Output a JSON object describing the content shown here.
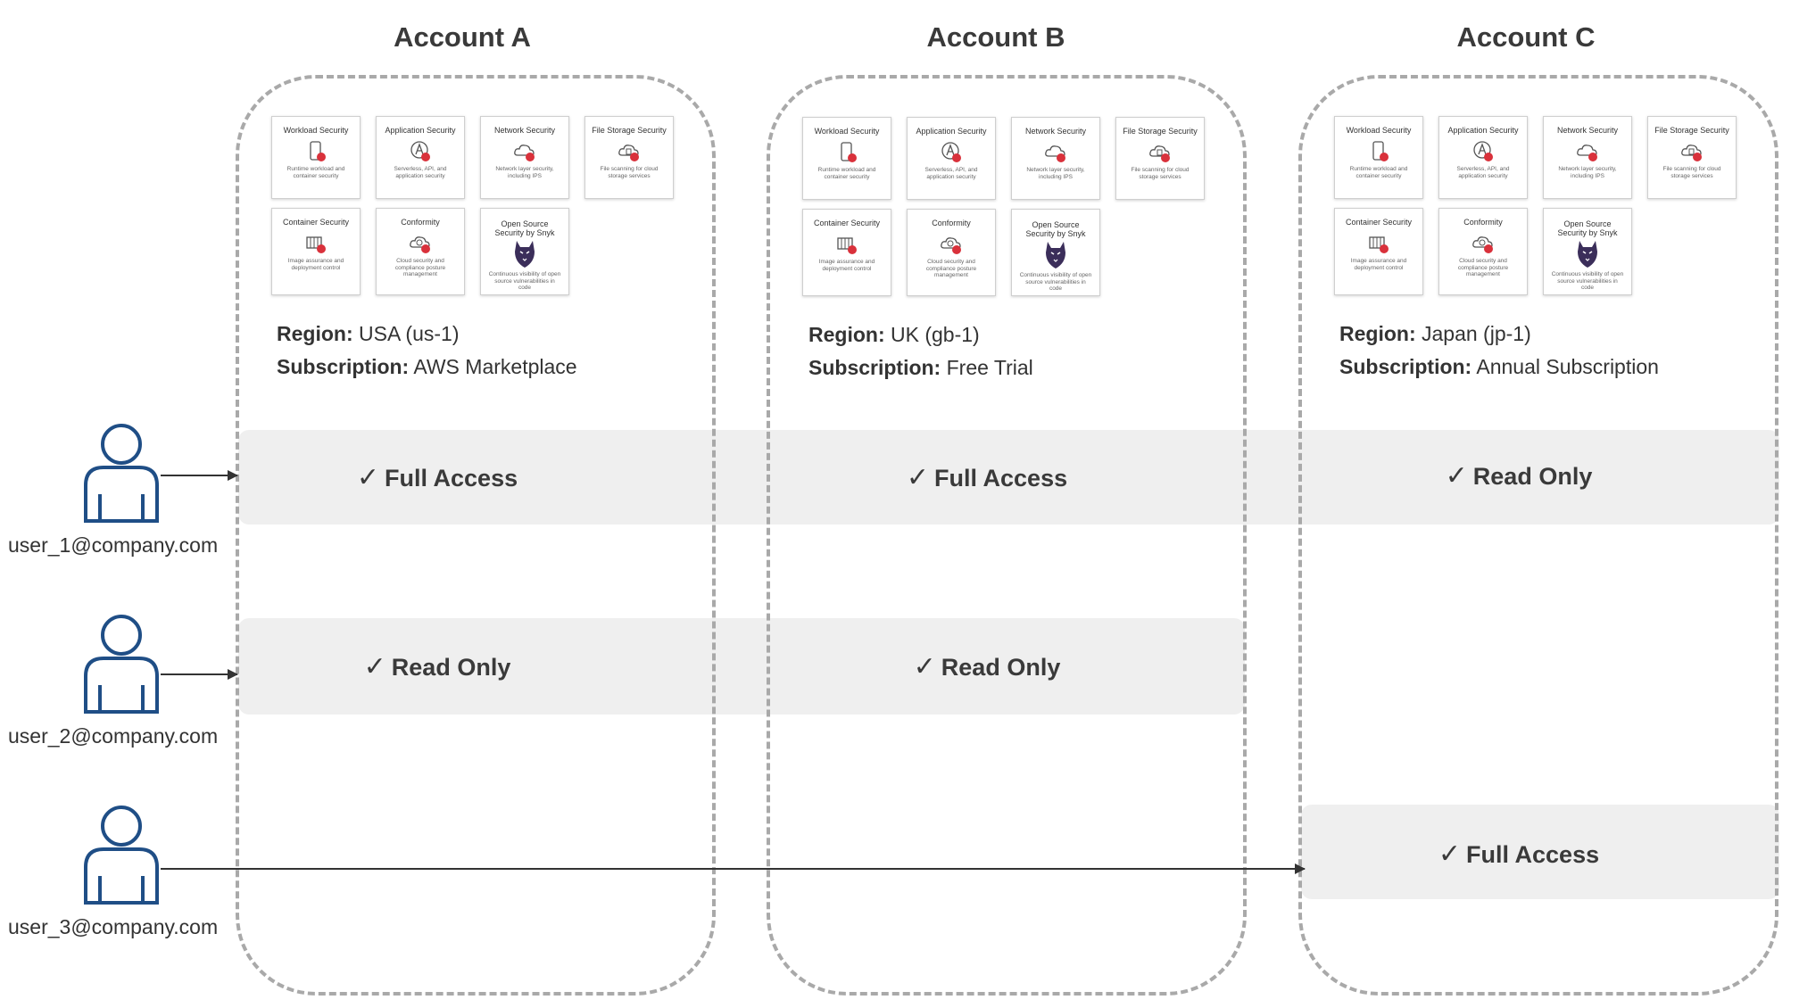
{
  "colors": {
    "dashed_border": "#a9a9a9",
    "band_fill": "#efefef",
    "user_icon": "#1f4e86",
    "shield_red": "#d9313b",
    "arrow": "#333333"
  },
  "accounts": [
    {
      "title": "Account A",
      "region_label": "Region:",
      "region_value": "USA (us-1)",
      "subscription_label": "Subscription:",
      "subscription_value": "AWS Marketplace"
    },
    {
      "title": "Account B",
      "region_label": "Region:",
      "region_value": "UK (gb-1)",
      "subscription_label": "Subscription:",
      "subscription_value": "Free Trial"
    },
    {
      "title": "Account C",
      "region_label": "Region:",
      "region_value": "Japan (jp-1)",
      "subscription_label": "Subscription:",
      "subscription_value": "Annual Subscription"
    }
  ],
  "services": [
    {
      "title": "Workload Security",
      "desc": "Runtime workload and container security",
      "icon": "mobile-shield-icon"
    },
    {
      "title": "Application Security",
      "desc": "Serverless, API, and application security",
      "icon": "app-shield-icon"
    },
    {
      "title": "Network Security",
      "desc": "Network layer security, including IPS",
      "icon": "network-cloud-icon"
    },
    {
      "title": "File Storage Security",
      "desc": "File scanning for cloud storage services",
      "icon": "file-cloud-icon"
    },
    {
      "title": "Container Security",
      "desc": "Image assurance and deployment control",
      "icon": "container-shield-icon"
    },
    {
      "title": "Conformity",
      "desc": "Cloud security and compliance posture management",
      "icon": "conformity-cloud-icon"
    },
    {
      "title": "Open Source Security by Snyk",
      "desc": "Continuous visibility of open source vulnerabilities in code",
      "icon": "snyk-dog-icon"
    }
  ],
  "users": [
    {
      "email": "user_1@company.com"
    },
    {
      "email": "user_2@company.com"
    },
    {
      "email": "user_3@company.com"
    }
  ],
  "access": {
    "check": "✓",
    "user1": [
      "Full Access",
      "Full Access",
      "Read Only"
    ],
    "user2": [
      "Read Only",
      "Read Only"
    ],
    "user3": [
      "Full Access"
    ]
  }
}
